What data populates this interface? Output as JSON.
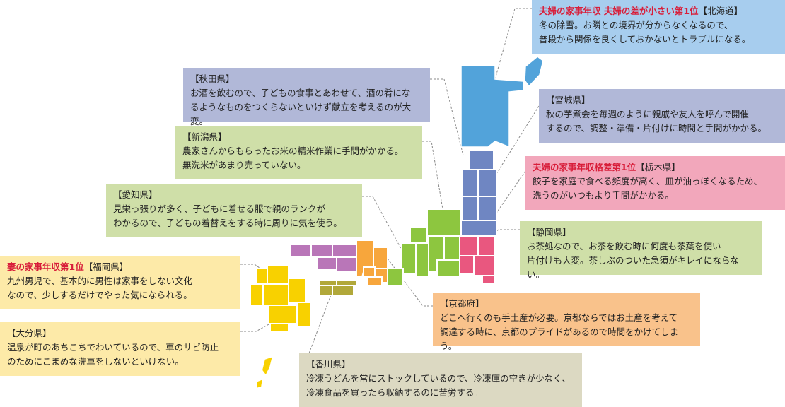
{
  "colors": {
    "hokkaido": "#52a3da",
    "tohoku": "#6f86c2",
    "kanto": "#e9577f",
    "chubu": "#8dc63f",
    "kinki": "#f7a63c",
    "chugoku": "#b976b8",
    "shikoku": "#b1a83a",
    "kyushu": "#f8d100",
    "leader": "#8a8a8a"
  },
  "callouts": {
    "hokkaido": {
      "highlight": "夫婦の家事年収 夫婦の差が小さい第1位",
      "pref": "【北海道】",
      "body": "冬の除雪。お隣との境界が分からなくなるので、\n普段から関係を良くしておかないとトラブルになる。",
      "bg": "#a7cdee"
    },
    "akita": {
      "highlight": "",
      "pref": "【秋田県】",
      "body": "お酒を飲むので、子どもの食事とあわせて、酒の肴にな\nるようなものをつくらないといけず献立を考えるのが大変。",
      "bg": "#b1b8d8"
    },
    "miyagi": {
      "highlight": "",
      "pref": "【宮城県】",
      "body": "秋の芋煮会を毎週のように親戚や友人を呼んで開催\nするので、調整・準備・片付けに時間と手間がかかる。",
      "bg": "#b1b8d8"
    },
    "niigata": {
      "highlight": "",
      "pref": "【新潟県】",
      "body": "農家さんからもらったお米の精米作業に手間がかかる。\n無洗米があまり売っていない。",
      "bg": "#cfdfa8"
    },
    "tochigi": {
      "highlight": "夫婦の家事年収格差第1位",
      "pref": "【栃木県】",
      "body": "餃子を家庭で食べる頻度が高く、皿が油っぽくなるため、\n洗うのがいつもより手間がかかる。",
      "bg": "#f2a7bb"
    },
    "aichi": {
      "highlight": "",
      "pref": "【愛知県】",
      "body": "見栄っ張りが多く、子どもに着せる服で親のランクが\nわかるので、子どもの着替えをする時に周りに気を使う。",
      "bg": "#cfdfa8"
    },
    "shizuoka": {
      "highlight": "",
      "pref": "【静岡県】",
      "body": "お茶処なので、お茶を飲む時に何度も茶葉を使い\n片付けも大変。茶しぶのついた急須がキレイにならない。",
      "bg": "#cfdfa8"
    },
    "fukuoka": {
      "highlight": "妻の家事年収第1位",
      "pref": "【福岡県】",
      "body": "九州男児で、基本的に男性は家事をしない文化\nなので、少しするだけでやった気になられる。",
      "bg": "#fdeaa8"
    },
    "kyoto": {
      "highlight": "",
      "pref": "【京都府】",
      "body": "どこへ行くのも手土産が必要。京都ならではお土産を考えて\n調達する時に、京都のプライドがあるので時間をかけてしまう。",
      "bg": "#f9c28b"
    },
    "oita": {
      "highlight": "",
      "pref": "【大分県】",
      "body": "温泉が町のあちこちでわいているので、車のサビ防止\nのためにこまめな洗車をしないといけない。",
      "bg": "#fdeaa8"
    },
    "kagawa": {
      "highlight": "",
      "pref": "【香川県】",
      "body": "冷凍うどんを常にストックしているので、冷凍庫の空きが少なく、\n冷凍食品を買ったら収納するのに苦労する。",
      "bg": "#dcd9c2"
    }
  }
}
